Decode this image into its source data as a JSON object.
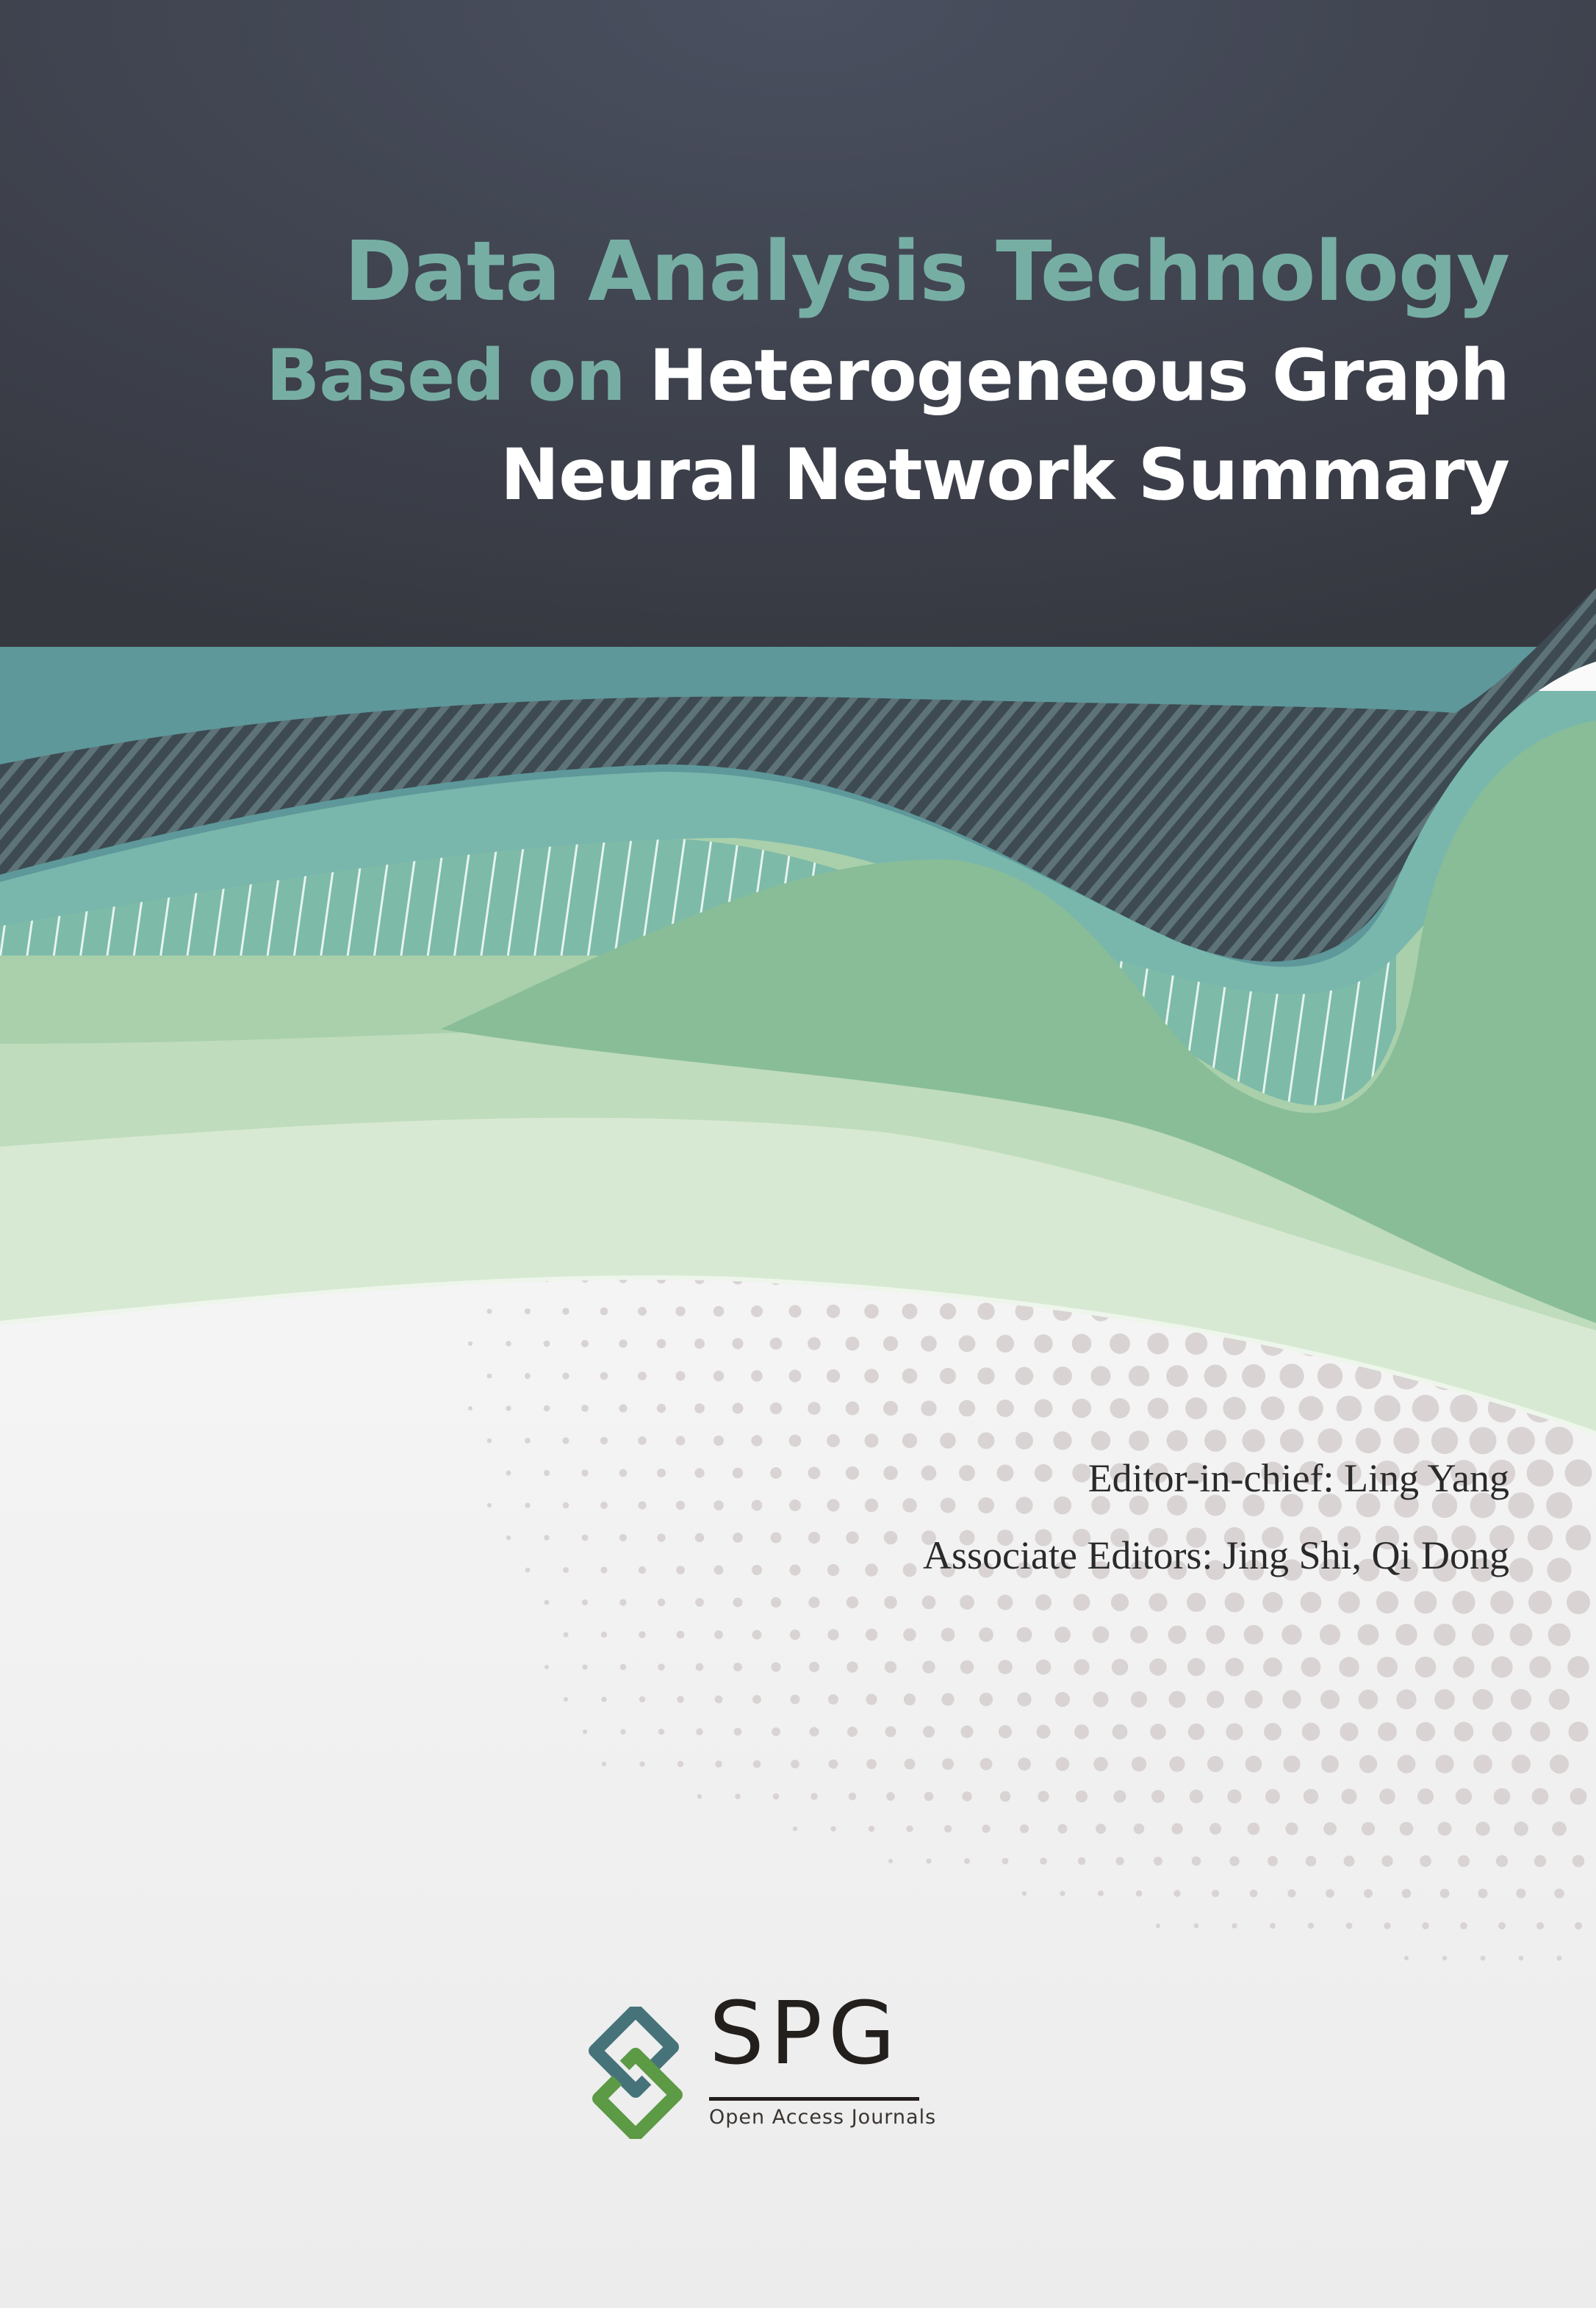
{
  "cover": {
    "title_line1": "Data Analysis Technology",
    "title_line2_accent": "Based on",
    "title_line2_main": "Heterogeneous Graph",
    "title_line3": "Neural Network Summary"
  },
  "editors": {
    "chief": "Editor-in-chief: Ling Yang",
    "associate": "Associate Editors: Jing Shi, Qi Dong"
  },
  "publisher": {
    "name": "SPG",
    "tagline": "Open Access Journals",
    "logo_icon": "chain-link-logo-icon"
  },
  "colors": {
    "dark_bg": "#3b3e48",
    "accent_teal": "#77aea4",
    "logo_blue": "#46737a",
    "logo_green": "#5c9a45"
  }
}
